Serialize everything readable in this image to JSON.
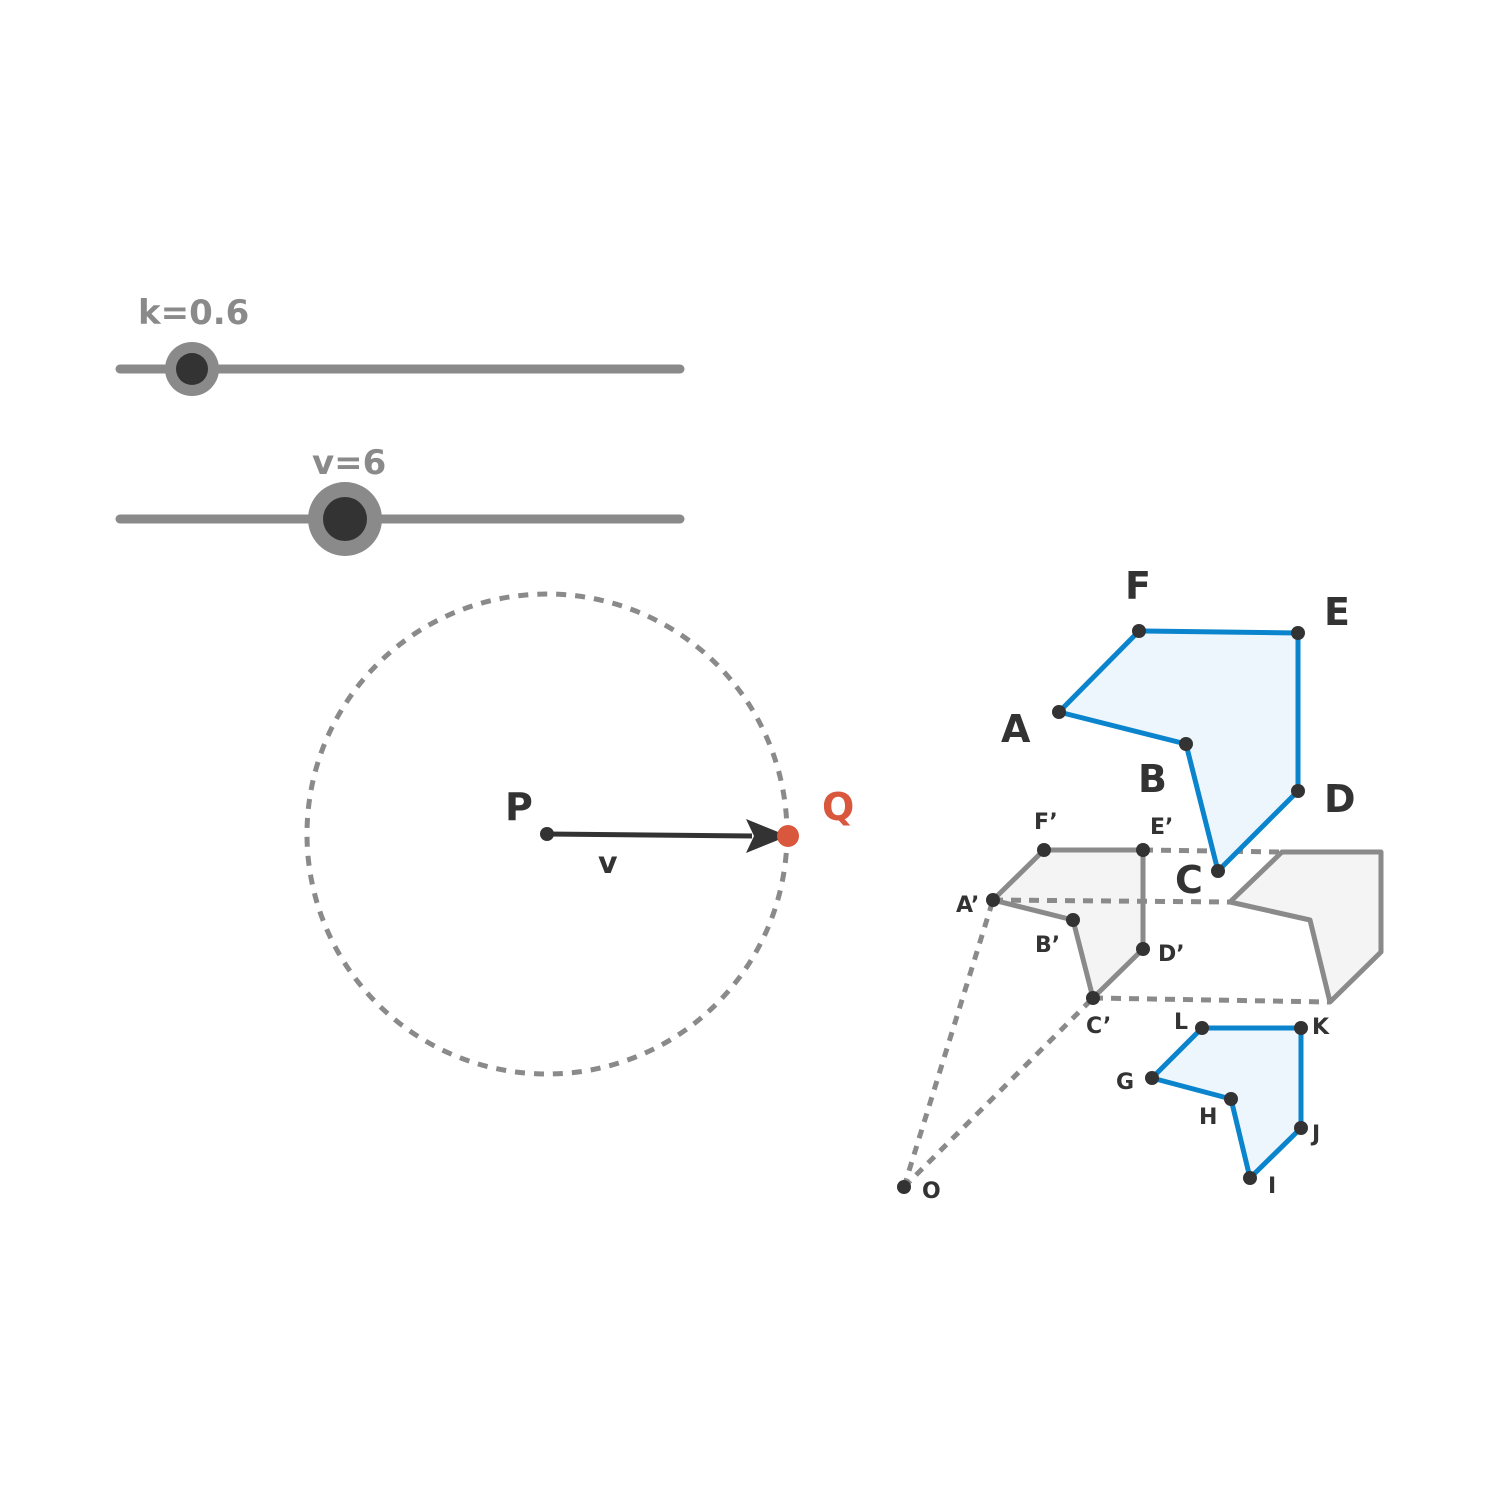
{
  "sliders": {
    "k": {
      "label": "k=0.6",
      "value": 0.6
    },
    "v": {
      "label": "v=6",
      "value": 6
    }
  },
  "vector": {
    "start_label": "P",
    "end_label": "Q",
    "name": "v"
  },
  "labels": {
    "A": "A",
    "B": "B",
    "C": "C",
    "D": "D",
    "E": "E",
    "F": "F",
    "A1": "A’",
    "B1": "B’",
    "C1": "C’",
    "D1": "D’",
    "E1": "E’",
    "F1": "F’",
    "G": "G",
    "H": "H",
    "I": "I",
    "J": "J",
    "K": "K",
    "L": "L",
    "O": "O"
  },
  "colors": {
    "polygon_stroke": "#0a84cc",
    "polygon_fill": "#eef6fd",
    "image_stroke": "#8a8a8a",
    "image_fill": "#f4f4f4",
    "point": "#333333",
    "q_point": "#d9573d",
    "slider_track": "#8a8a8a"
  }
}
